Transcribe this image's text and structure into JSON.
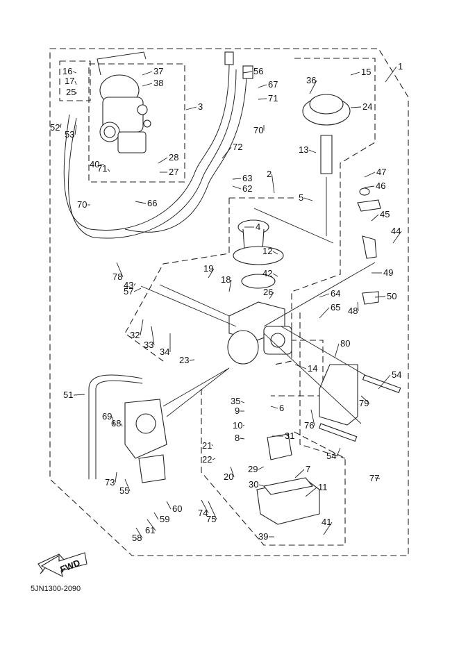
{
  "diagram": {
    "title_code": "5JN1300-2090",
    "direction_badge": "FWD",
    "assembly_labels": [
      {
        "id": "1"
      },
      {
        "id": "2"
      },
      {
        "id": "3"
      }
    ],
    "part_labels": [
      "4",
      "5",
      "6",
      "7",
      "8",
      "9",
      "10",
      "11",
      "12",
      "13",
      "14",
      "15",
      "16",
      "17",
      "18",
      "19",
      "20",
      "21",
      "22",
      "23",
      "24",
      "25",
      "26",
      "27",
      "28",
      "29",
      "30",
      "31",
      "32",
      "33",
      "34",
      "35",
      "36",
      "37",
      "38",
      "39",
      "40",
      "41",
      "42",
      "43",
      "44",
      "45",
      "46",
      "47",
      "48",
      "49",
      "50",
      "51",
      "52",
      "53",
      "54",
      "54",
      "55",
      "56",
      "57",
      "58",
      "59",
      "60",
      "61",
      "62",
      "63",
      "64",
      "65",
      "66",
      "67",
      "68",
      "69",
      "70",
      "70",
      "71",
      "71",
      "72",
      "73",
      "74",
      "75",
      "76",
      "77",
      "78",
      "79",
      "80"
    ]
  }
}
